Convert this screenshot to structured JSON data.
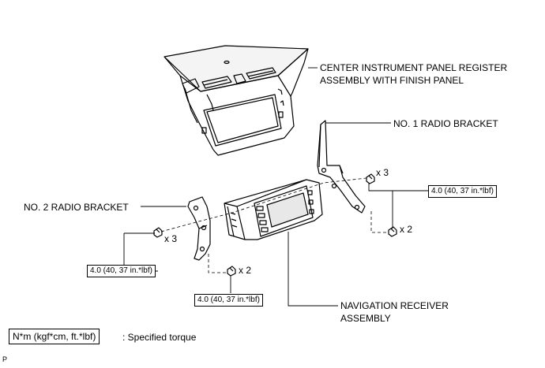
{
  "labels": {
    "center_panel_line1": "CENTER INSTRUMENT PANEL REGISTER",
    "center_panel_line2": "ASSEMBLY WITH FINISH PANEL",
    "radio_bracket_1": "NO. 1 RADIO BRACKET",
    "radio_bracket_2": "NO. 2 RADIO BRACKET",
    "nav_receiver_line1": "NAVIGATION RECEIVER",
    "nav_receiver_line2": "ASSEMBLY"
  },
  "quantities": {
    "right_upper": "x 3",
    "right_lower": "x 2",
    "left": "x 3",
    "bottom": "x 2"
  },
  "torque": {
    "right": "4.0 (40, 37 in.*lbf)",
    "left": "4.0 (40, 37 in.*lbf)",
    "bottom": "4.0 (40, 37 in.*lbf)"
  },
  "legend": {
    "unit": "N*m (kgf*cm, ft.*lbf)",
    "description": ": Specified torque"
  },
  "corner_code": "P"
}
